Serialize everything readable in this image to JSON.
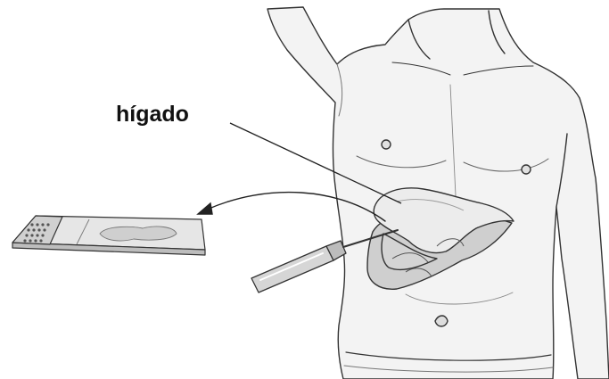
{
  "label": {
    "text": "hígado"
  },
  "colors": {
    "ink": "#333333",
    "skin": "#f2f2f2",
    "skin_shade": "#d8d8d8",
    "liver_fill": "#e9e9e9",
    "liver_shade": "#c8c8c8",
    "slide_fill": "#dcdcdc",
    "needle": "#bdbdbd"
  },
  "icons": [
    "torso-illustration",
    "liver-organ",
    "biopsy-needle",
    "microscope-slide",
    "transfer-arrow",
    "leader-line"
  ]
}
